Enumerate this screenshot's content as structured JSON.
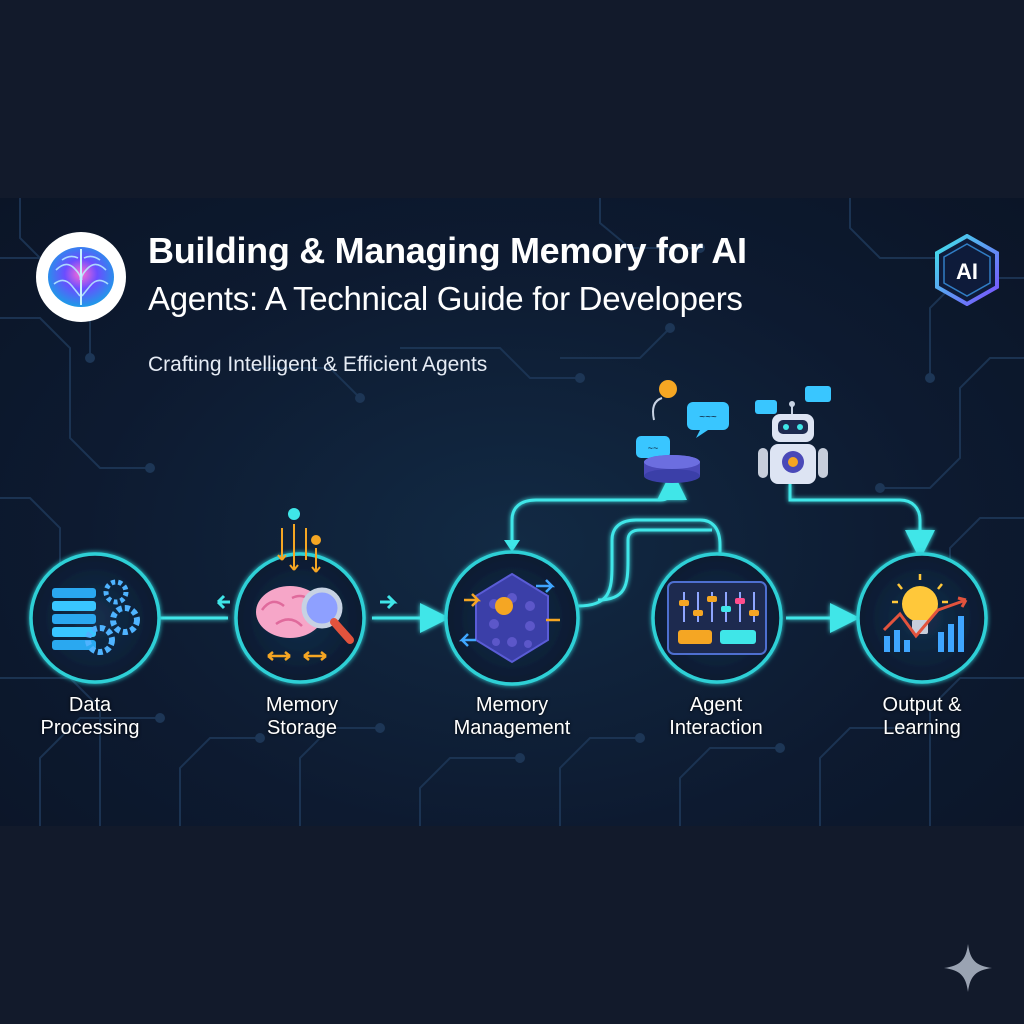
{
  "header": {
    "title_line1": "Building & Managing Memory for AI",
    "title_line2": "Agents: A Technical Guide for Developers",
    "subtitle": "Crafting Intelligent & Efficient Agents",
    "badge_text": "AI"
  },
  "nodes": [
    {
      "line1": "Data",
      "line2": "Processing",
      "icon": "server-gears-icon"
    },
    {
      "line1": "Memory",
      "line2": "Storage",
      "icon": "brain-magnifier-icon"
    },
    {
      "line1": "Memory",
      "line2": "Management",
      "icon": "memory-chip-icon"
    },
    {
      "line1": "Agent",
      "line2": "Interaction",
      "icon": "control-panel-icon"
    },
    {
      "line1": "Output &",
      "line2": "Learning",
      "icon": "lightbulb-chart-icon"
    }
  ],
  "colors": {
    "background": "#121a2b",
    "band": "#0d1a30",
    "accent_cyan": "#3fe6e8",
    "node_ring": "#2fd0d6",
    "arrow_orange": "#f5a623"
  }
}
